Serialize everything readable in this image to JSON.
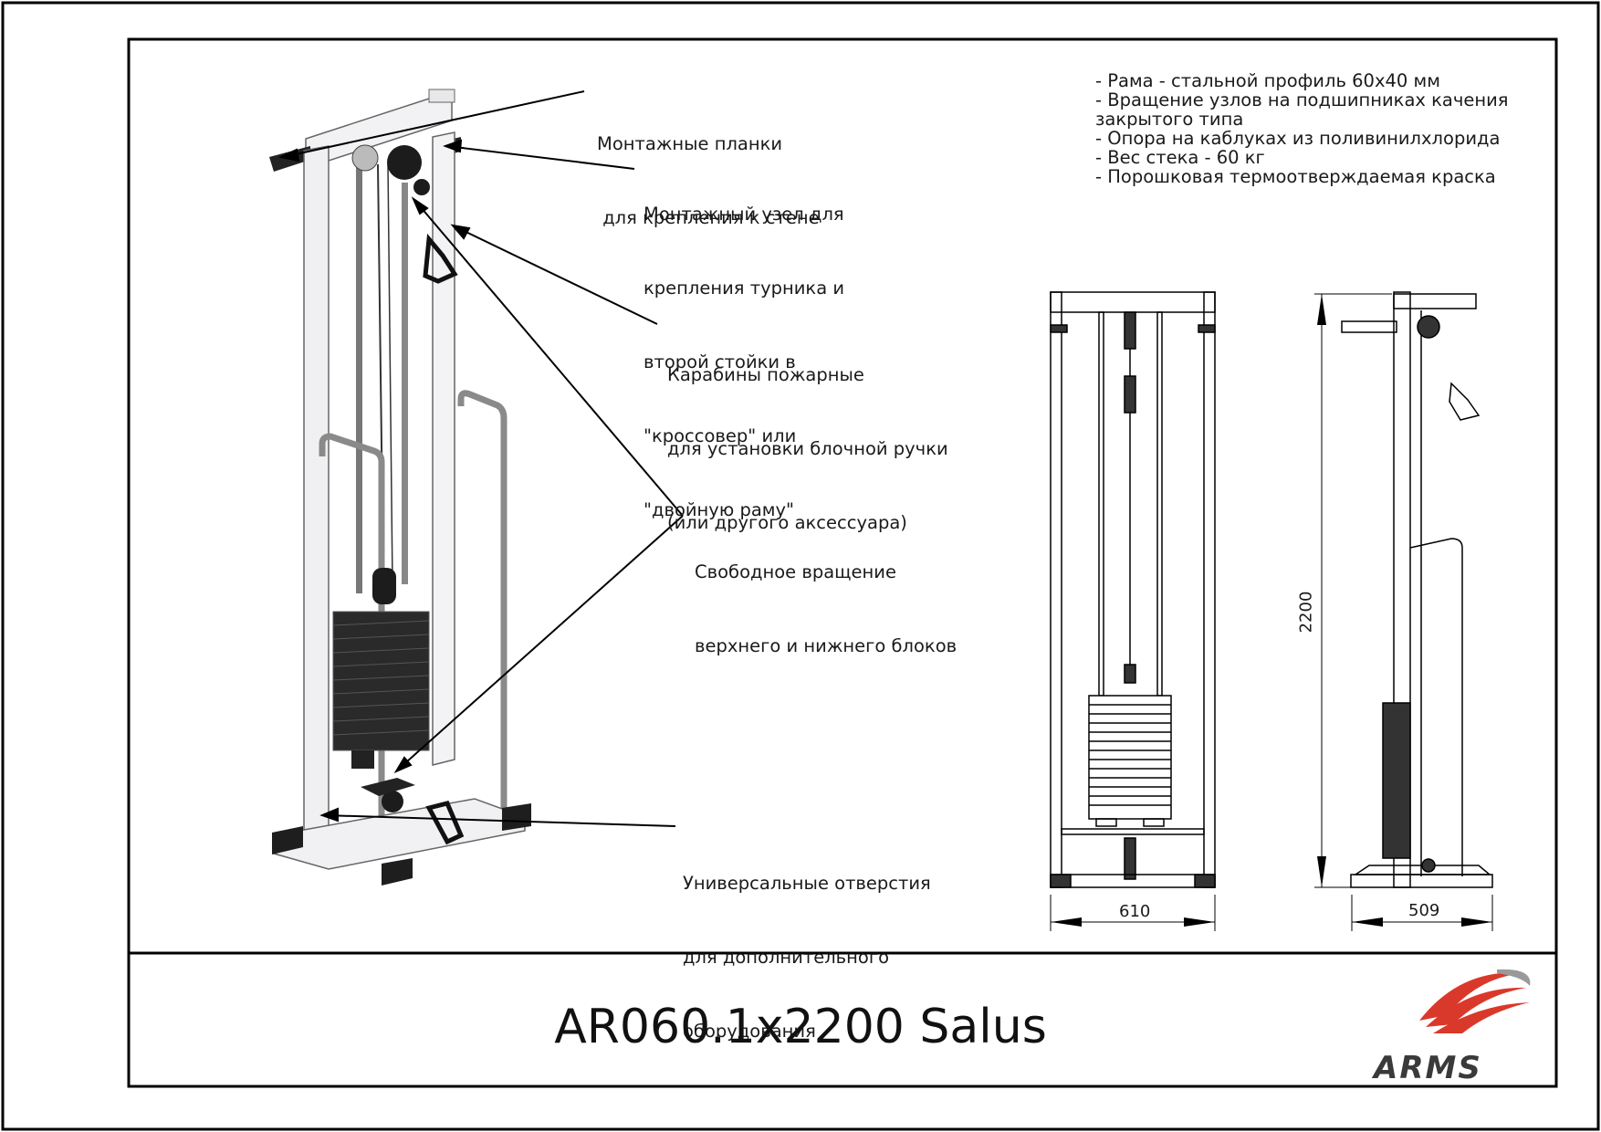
{
  "callouts": {
    "mounting_plates": [
      "Монтажные планки",
      " для крепления к стене"
    ],
    "mounting_node": [
      "Монтажный узел для",
      "крепления турника и",
      "второй стойки в",
      "\"кроссовер\" или",
      "\"двойную раму\""
    ],
    "carabiners": [
      "Карабины пожарные",
      "для установки блочной ручки",
      "(или другого аксессуара)"
    ],
    "free_rotation": [
      "Свободное вращение",
      "верхнего и нижнего блоков"
    ],
    "universal_holes": [
      "Универсальные отверстия",
      "для дополнительного",
      "оборудования"
    ]
  },
  "specs": [
    "- Рама - стальной профиль 60x40 мм",
    "- Вращение узлов на подшипниках качения",
    "закрытого типа",
    "- Опора на каблуках из поливинилхлорида",
    "- Вес стека - 60 кг",
    "- Порошковая термоотверждаемая краска"
  ],
  "dimensions": {
    "width_front": "610",
    "depth_side": "509",
    "height": "2200"
  },
  "title": "AR060.1x2200 Salus",
  "brand": {
    "name": "ARMS",
    "accent_color": "#d9392a",
    "text_color": "#3a3a3a"
  }
}
